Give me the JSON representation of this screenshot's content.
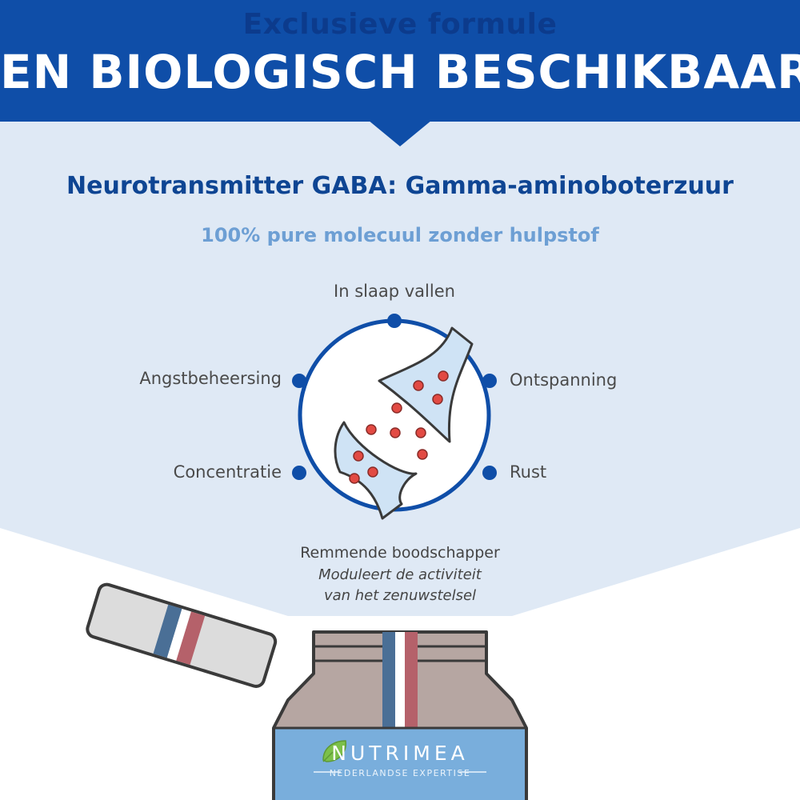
{
  "banner": {
    "top_text": "Exclusieve formule",
    "main_text": "EN BIOLOGISCH BESCHIKBAAR"
  },
  "subtitle": "Neurotransmitter GABA: Gamma-aminoboterzuur",
  "tagline": "100% pure molecuul zonder hulpstof",
  "benefits": {
    "top": "In slaap vallen",
    "left_upper": "Angstbeheersing",
    "left_lower": "Concentratie",
    "right_upper": "Ontspanning",
    "right_lower": "Rust"
  },
  "caption": {
    "line1": "Remmende boodschapper",
    "line2": "Moduleert de activiteit",
    "line3": "van het zenuwstelsel"
  },
  "product": {
    "brand": "NUTRIMEA",
    "brand_sub": "NEDERLANDSE EXPERTISE",
    "leaf_icon": "leaf-icon"
  },
  "colors": {
    "banner_blue": "#0f4ea8",
    "light_blue_bg": "#dfe9f5",
    "accent_dot": "#0f4ea8",
    "molecule_red": "#e24a43",
    "jar_brown": "#b6a6a2",
    "label_blue": "#79aedc"
  }
}
